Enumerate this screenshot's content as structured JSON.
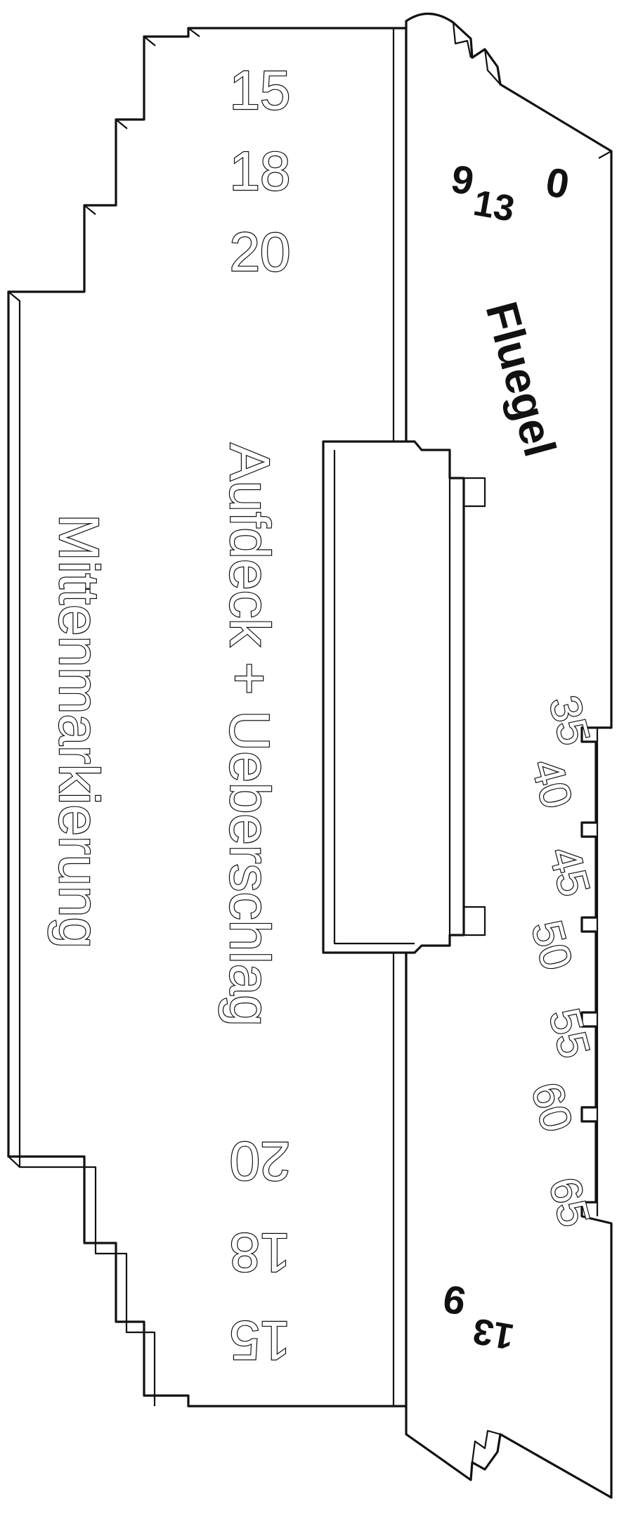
{
  "top_marks": [
    "15",
    "18",
    "20"
  ],
  "bottom_marks": [
    "20",
    "18",
    "15"
  ],
  "flap_top_marks": [
    "9",
    "13",
    "0"
  ],
  "flap_bottom_marks": [
    "13",
    "9"
  ],
  "label_aufdeck": "Aufdeck + Ueberschlag",
  "label_mitten": "Mittenmarkierung",
  "label_fluegel": "Fluegel",
  "scale_marks": [
    "35",
    "40",
    "45",
    "50",
    "55",
    "60",
    "65"
  ],
  "colors": {
    "line": "#111111",
    "paper": "#ffffff"
  }
}
